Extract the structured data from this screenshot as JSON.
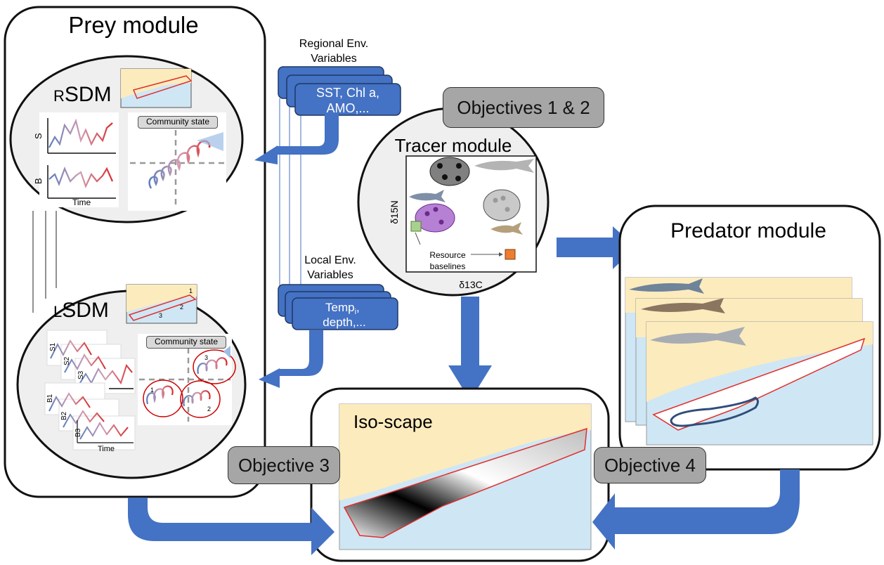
{
  "prey_module": {
    "title": "Prey module",
    "rsdm": {
      "prefix": "R",
      "label": "SDM",
      "y_top": "S",
      "y_bottom": "B",
      "x_axis": "Time",
      "community_state": "Community state"
    },
    "lsdm": {
      "prefix": "L",
      "label": "SDM",
      "x_axis": "Time",
      "community_state": "Community state",
      "series_labels": [
        "S1",
        "S2",
        "S3",
        "B1",
        "B2",
        "B3"
      ],
      "region_numbers": [
        "1",
        "2",
        "3"
      ]
    }
  },
  "regional_env": {
    "title_line1": "Regional Env.",
    "title_line2": "Variables",
    "card_line1": "SST, Chl a,",
    "card_line2": "AMO,..."
  },
  "local_env": {
    "title_line1": "Local Env.",
    "title_line2": "Variables",
    "card_line1": "Temp",
    "card_sub": "i",
    "card_line1_end": ",",
    "card_line2": "depth,..."
  },
  "objectives": {
    "obj12": "Objectives 1 & 2",
    "obj3": "Objective 3",
    "obj4": "Objective 4"
  },
  "tracer_module": {
    "title": "Tracer module",
    "y_axis": "δ15N",
    "x_axis": "δ13C",
    "baseline_line1": "Resource",
    "baseline_line2": "baselines"
  },
  "predator_module": {
    "title": "Predator module"
  },
  "isoscape": {
    "title": "Iso-scape"
  },
  "colors": {
    "arrow": "#4472c4",
    "objective_box": "#a6a6a6",
    "land": "#fcebbd",
    "water": "#cfe6f5",
    "red_line": "#e0302c"
  }
}
